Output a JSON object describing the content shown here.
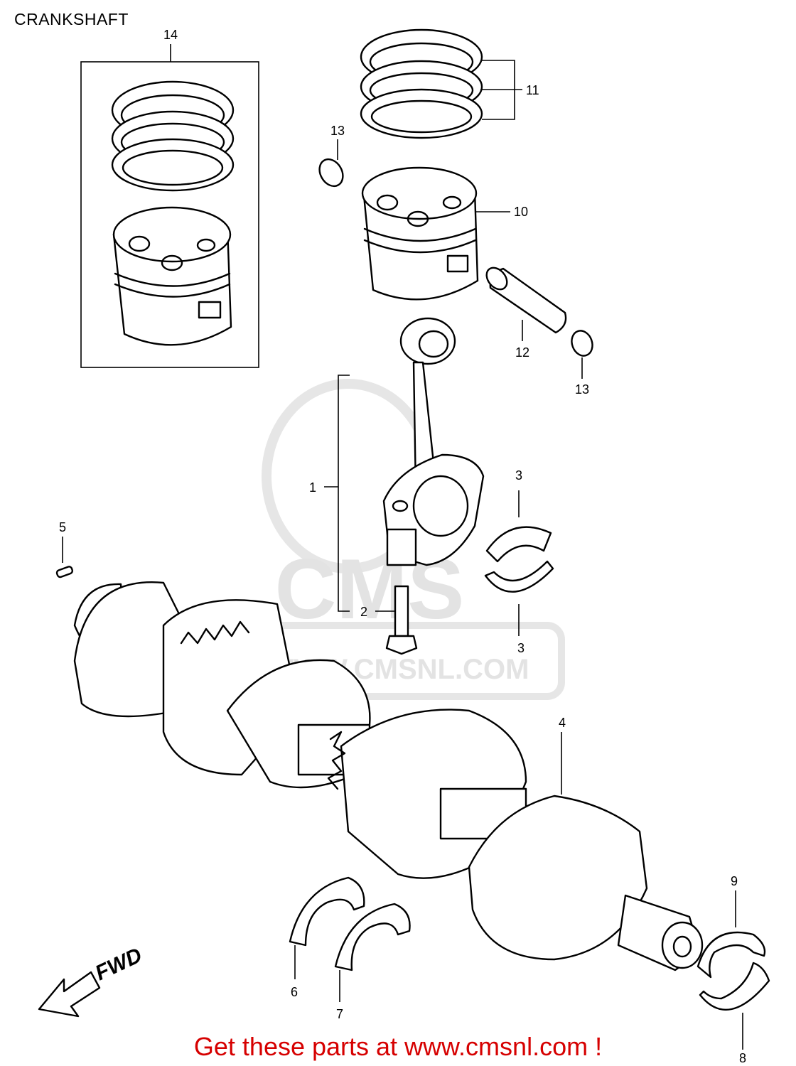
{
  "title": "CRANKSHAFT",
  "watermark": {
    "brand": "CMS",
    "url": "WWW.CMSNL.COM"
  },
  "fwd_label": "FWD",
  "part_labels": {
    "p1": "1",
    "p2": "2",
    "p3a": "3",
    "p3b": "3",
    "p4": "4",
    "p5": "5",
    "p6": "6",
    "p7": "7",
    "p8": "8",
    "p9": "9",
    "p10": "10",
    "p11": "11",
    "p12": "12",
    "p13a": "13",
    "p13b": "13",
    "p14": "14"
  },
  "promo_text": "Get these parts at www.cmsnl.com !"
}
